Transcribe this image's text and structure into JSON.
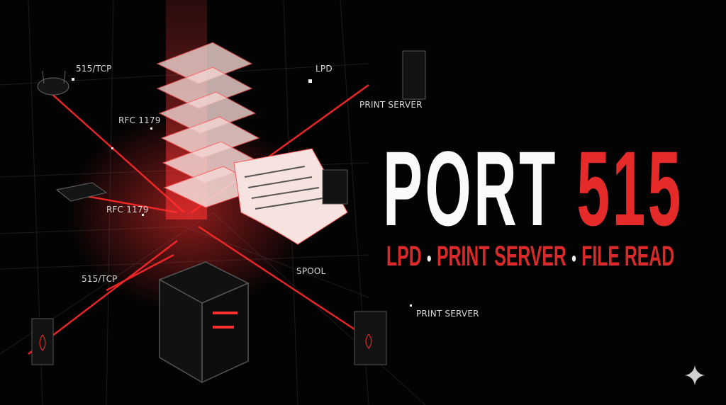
{
  "title": {
    "word": "PORT",
    "number": "515"
  },
  "subtitle": {
    "items": [
      "LPD",
      "PRINT SERVER",
      "FILE READ"
    ],
    "separator": "•"
  },
  "labels": {
    "tcp_top": "515/TCP",
    "lpd": "LPD",
    "print_server_top": "PRINT SERVER",
    "rfc_top": "RFC 1179",
    "rfc_mid": "RFC 1179",
    "tcp_bottom": "515/TCP",
    "spool": "SPOOL",
    "print_server_bottom": "PRINT SERVER"
  },
  "colors": {
    "accent": "#e52a2a",
    "background": "#030303",
    "text": "#fafafa"
  },
  "icons": [
    "router-icon",
    "switch-icon",
    "server-rack-icon",
    "firewall-icon",
    "print-server-cube-icon",
    "document-stack-icon",
    "sparkle-icon"
  ]
}
